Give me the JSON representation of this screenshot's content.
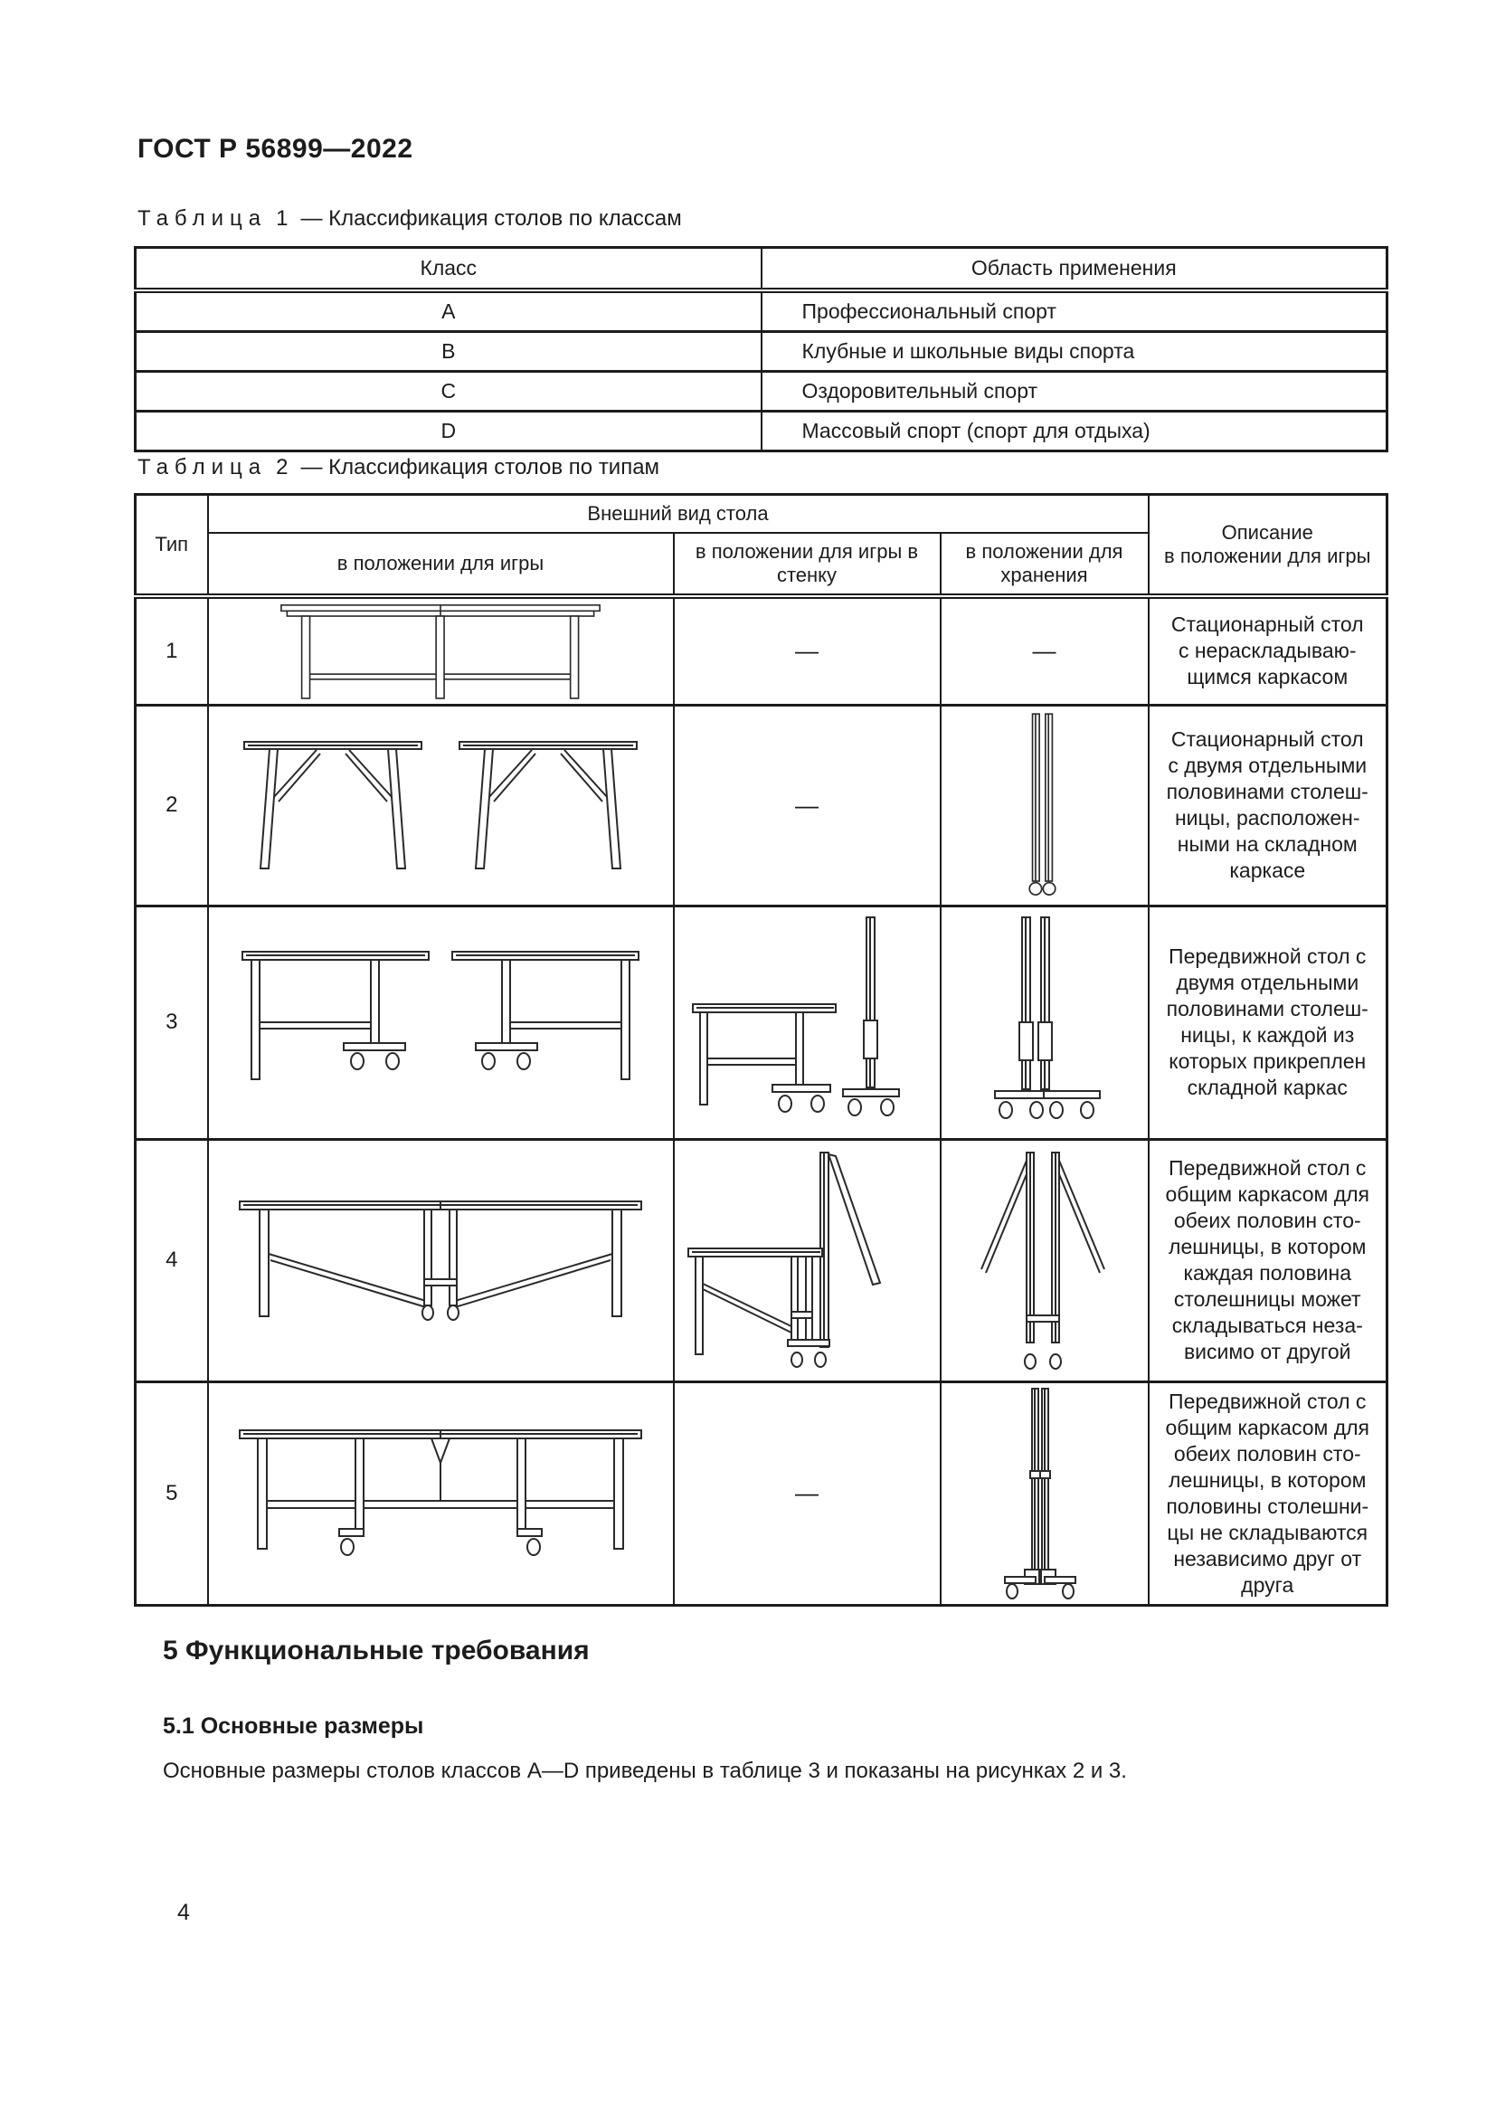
{
  "page": {
    "doc_code": "ГОСТ Р 56899—2022",
    "page_number": "4"
  },
  "table1": {
    "title": {
      "word": "Таблица",
      "num": "1",
      "rest": "— Классификация столов по классам"
    },
    "headers": {
      "klass": "Класс",
      "area": "Область применения"
    },
    "rows": [
      {
        "klass": "A",
        "area": "Профессиональный спорт"
      },
      {
        "klass": "B",
        "area": "Клубные и школьные виды спорта"
      },
      {
        "klass": "C",
        "area": "Оздоровительный спорт"
      },
      {
        "klass": "D",
        "area": "Массовый спорт (спорт для отдыха)"
      }
    ]
  },
  "table2": {
    "title": {
      "word": "Таблица",
      "num": "2",
      "rest": "— Классификация столов по типам"
    },
    "headers": {
      "type": "Тип",
      "appearance": "Внешний вид стола",
      "play": "в положении для игры",
      "wall": "в положении для игры в\nстенку",
      "storage": "в положении для\nхранения",
      "description": "Описание\nв положении для игры"
    },
    "rows": [
      {
        "type": "1",
        "play_diagram": "stationary-table-side-view",
        "wall": "—",
        "storage": "—",
        "description": "Стационарный стол\nс нераскладываю-\nщимся каркасом"
      },
      {
        "type": "2",
        "play_diagram": "two-halves-folding-frame-view",
        "wall": "—",
        "storage_diagram": "two-upright-panels-view",
        "description": "Стационарный стол\nс двумя отдельными\nполовинами столеш-\nницы, расположен-\nными на складном\nкаркасе"
      },
      {
        "type": "3",
        "play_diagram": "two-halves-wheeled-view",
        "wall_diagram": "half-table-half-panel-wheeled-view",
        "storage_diagram": "two-upright-panels-wheeled-view",
        "description": "Передвижной стол с\nдвумя отдельными\nполовинами столеш-\nницы, к каждой из\nкоторых прикреплен\nскладной каркас"
      },
      {
        "type": "4",
        "play_diagram": "common-frame-table-view",
        "wall_diagram": "half-up-half-down-common-frame-view",
        "storage_diagram": "folded-a-frame-view",
        "description": "Передвижной стол с\nобщим каркасом для\nобеих половин сто-\nлешницы, в котором\nкаждая половина\nстолешницы может\nскладываться неза-\nвисимо от другой"
      },
      {
        "type": "5",
        "play_diagram": "common-frame-center-bracket-view",
        "wall": "—",
        "storage_diagram": "two-panels-together-wheeled-view",
        "description": "Передвижной стол с\nобщим каркасом для\nобеих половин сто-\nлешницы, в котором\nполовины столешни-\nцы не складываются\nнезависимо друг от\nдруга"
      }
    ]
  },
  "section5": {
    "heading": "5 Функциональные требования",
    "subheading": "5.1 Основные размеры",
    "paragraph": "Основные размеры столов классов A—D приведены в таблице 3 и показаны на рисунках 2 и 3."
  }
}
